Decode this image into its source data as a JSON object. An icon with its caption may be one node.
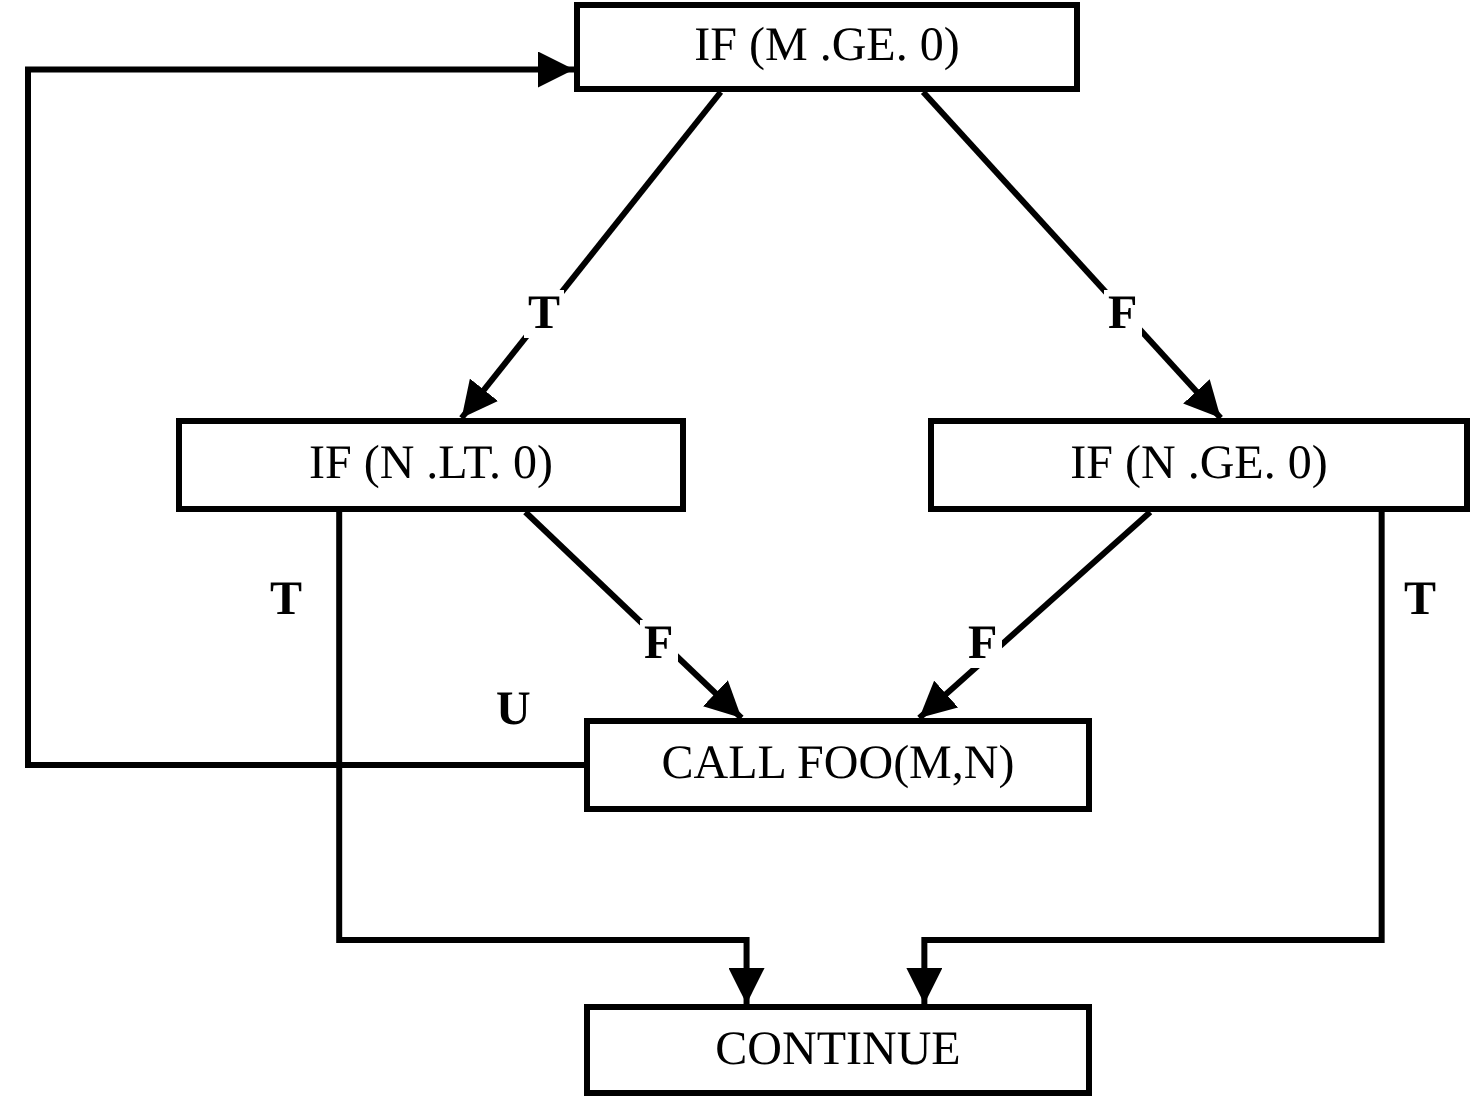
{
  "diagram": {
    "nodes": [
      {
        "text": [
          "IF (M .GE. 0)"
        ]
      },
      {
        "text": [
          "IF (N .LT. 0)"
        ]
      },
      {
        "text": [
          "IF (N .GE. 0)"
        ]
      },
      {
        "text": [
          "CALL FOO(M,N)"
        ]
      },
      {
        "text": [
          "CONTINUE"
        ]
      }
    ],
    "edges": [
      {
        "from": 0,
        "to": 1,
        "arrow": "to",
        "label": "T"
      },
      {
        "from": 0,
        "to": 2,
        "arrow": "to",
        "label": "F"
      },
      {
        "from": 1,
        "to": 3,
        "arrow": "to",
        "label": "F"
      },
      {
        "from": 2,
        "to": 3,
        "arrow": "to",
        "label": "F"
      },
      {
        "from": 1,
        "to": 4,
        "arrow": "to",
        "label": "T"
      },
      {
        "from": 2,
        "to": 4,
        "arrow": "to",
        "label": "T"
      },
      {
        "from": 3,
        "to": 0,
        "arrow": "to",
        "label": "U"
      }
    ]
  }
}
